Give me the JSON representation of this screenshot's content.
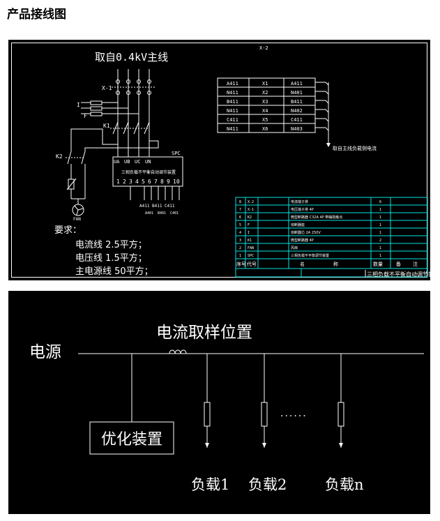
{
  "page": {
    "title": "产品接线图"
  },
  "wiring": {
    "main_title": "取自0.4kV主线",
    "sheet_label": "X-2",
    "terminal_strip_label": "X-1",
    "breaker_label": "K1",
    "switch2_label": "K2",
    "i_label": "I",
    "f_label": "F",
    "fan_label": "FAN",
    "device_box": {
      "label": "SPC",
      "inputs": [
        "UA",
        "UB",
        "UC",
        "UN"
      ],
      "name": "三相负载不平衡自动调节装置",
      "pins": [
        "1",
        "2",
        "3",
        "4",
        "5",
        "6",
        "7",
        "8",
        "9",
        "10"
      ]
    },
    "bottom_terminals": {
      "top": [
        "A411",
        "B411",
        "C411"
      ],
      "bottom": [
        "A401",
        "B401",
        "C401"
      ]
    },
    "terminal_table": [
      {
        "left": "A411",
        "mid": "X1",
        "right": "A411"
      },
      {
        "left": "N411",
        "mid": "X2",
        "right": "N401"
      },
      {
        "left": "B411",
        "mid": "X3",
        "right": "B411"
      },
      {
        "left": "N411",
        "mid": "X4",
        "right": "N402"
      },
      {
        "left": "C411",
        "mid": "X5",
        "right": "C411"
      },
      {
        "left": "N411",
        "mid": "X6",
        "right": "N403"
      }
    ],
    "terminal_table_note": "取自主线负载侧电流",
    "requirements": {
      "heading": "要求：",
      "lines": [
        "电流线 2.5平方；",
        "电压线 1.5平方；",
        "主电源线 50平方；"
      ]
    },
    "parts_list": {
      "rows": [
        {
          "no": "8",
          "code": "X-2",
          "name": "电流端子排",
          "qty": "6"
        },
        {
          "no": "7",
          "code": "X-1",
          "name": "电压端子排 4P",
          "qty": "1"
        },
        {
          "no": "6",
          "code": "K2",
          "name": "微型断路器 C32A 4P 带辅助触点",
          "qty": "1"
        },
        {
          "no": "5",
          "code": "F",
          "name": "熔断器座",
          "qty": "1"
        },
        {
          "no": "4",
          "code": "I",
          "name": "熔断器芯 2A 250V",
          "qty": "1"
        },
        {
          "no": "3",
          "code": "K1",
          "name": "微型断路器 4P",
          "qty": "2"
        },
        {
          "no": "2",
          "code": "FAN",
          "name": "风扇",
          "qty": "1"
        },
        {
          "no": "1",
          "code": "SPC",
          "name": "三相负载不平衡调节装置",
          "qty": "1"
        }
      ],
      "header": [
        "序号",
        "代号",
        "名",
        "称",
        "数量",
        "备",
        "注"
      ],
      "title_block": "三相负载不平衡自动调节装置"
    }
  },
  "single_line": {
    "source_label": "电源",
    "sampling_label": "电流取样位置",
    "device_label": "优化装置",
    "ellipsis": "······",
    "loads": [
      "负载1",
      "负载2",
      "负载n"
    ]
  }
}
